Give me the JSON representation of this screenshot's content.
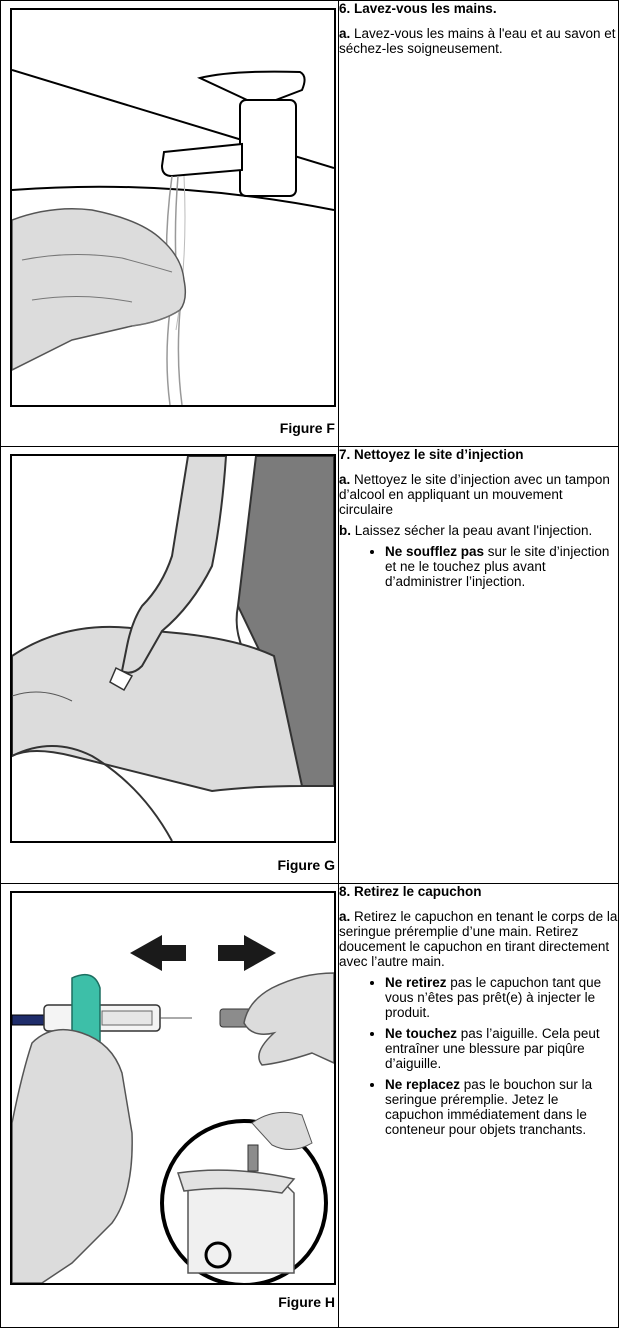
{
  "steps": [
    {
      "title": "6. Lavez-vous les mains.",
      "figure_label": "Figure F",
      "para_a_letter": "a.",
      "para_a_text": " Lavez-vous les mains à l'eau et au savon et séchez-les soigneusement."
    },
    {
      "title": "7. Nettoyez le site d’injection",
      "figure_label": "Figure G",
      "para_a_letter": "a.",
      "para_a_text": " Nettoyez le site d’injection avec un tampon d’alcool en appliquant un mouvement circulaire",
      "para_b_letter": "b.",
      "para_b_text": " Laissez sécher la peau avant l'injection.",
      "bullets": [
        {
          "bold": "Ne soufflez pas",
          "text": " sur le site d’injection et ne le touchez plus avant d’administrer l’injection."
        }
      ]
    },
    {
      "title": "8. Retirez le capuchon",
      "figure_label": "Figure H",
      "para_a_letter": "a.",
      "para_a_text": " Retirez le capuchon en tenant le corps de la seringue préremplie d’une main. Retirez doucement le capuchon en tirant directement avec l’autre main.",
      "bullets": [
        {
          "bold": "Ne retirez",
          "text": " pas le capuchon tant que vous n’êtes pas prêt(e) à injecter le produit."
        },
        {
          "bold": "Ne touchez",
          "text": " pas l’aiguille. Cela peut entraîner une blessure par piqûre d’aiguille."
        },
        {
          "bold": "Ne replacez",
          "text": " pas le bouchon sur la seringue préremplie. Jetez le capuchon immédiatement dans le conteneur pour objets tranchants."
        }
      ]
    }
  ],
  "colors": {
    "hand": "#dcdcdc",
    "shorts": "#7b7b7b",
    "syringe_teal": "#3dbfa8",
    "plunger": "#1f2d6b",
    "arrow": "#1a1a1a"
  }
}
